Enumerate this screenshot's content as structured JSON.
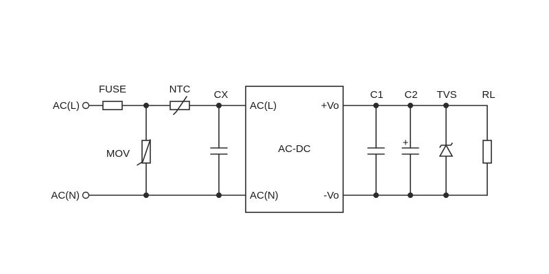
{
  "diagram": {
    "terminals": {
      "ac_l": "AC(L)",
      "ac_n": "AC(N)"
    },
    "components": {
      "fuse": "FUSE",
      "ntc": "NTC",
      "cx": "CX",
      "mov": "MOV",
      "c1": "C1",
      "c2": "C2",
      "tvs": "TVS",
      "rl": "RL"
    },
    "module": {
      "title": "AC-DC",
      "pin_ac_l": "AC(L)",
      "pin_ac_n": "AC(N)",
      "pin_vo_pos": "+Vo",
      "pin_vo_neg": "-Vo"
    },
    "c2_polarity": "+"
  }
}
